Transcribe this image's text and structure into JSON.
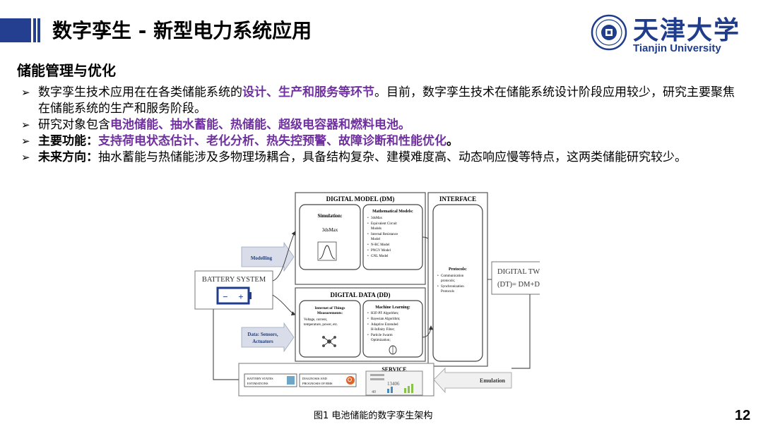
{
  "header": {
    "title": "数字孪生 - 新型电力系统应用",
    "university_cn": "天津大学",
    "university_en": "Tianjin University",
    "brand_color": "#243f8f"
  },
  "subtitle": "储能管理与优化",
  "bullets": [
    {
      "pre": "数字孪生技术应用在在各类储能系统的",
      "hl": "设计、生产和服务等环节",
      "post": "。目前，数字孪生技术在储能系统设计阶段应用较少，研究主要聚焦在储能系统的生产和服务阶段。"
    },
    {
      "pre": "研究对象包含",
      "hl": "电池储能、抽水蓄能、热储能、超级电容器和燃料电池。"
    },
    {
      "bold": "主要功能：",
      "hl": "支持荷电状态估计、老化分析、热失控预警、故障诊断和性能优化",
      "bold_post": "。"
    },
    {
      "bold": "未来方向：",
      "post": "抽水蓄能与热储能涉及多物理场耦合，具备结构复杂、建模难度高、动态响应慢等特点，这两类储能研究较少。"
    }
  ],
  "diagram": {
    "digital_model_title": "DIGITAL  MODEL (DM)",
    "interface_title": "INTERFACE",
    "simulation_title": "Simulation:",
    "simulation_tool": "3dsMax",
    "math_title": "Mathematical Models:",
    "math_items": [
      "3dsMax",
      "Equivalent  Circuit",
      "Models",
      "Internal  Resistance",
      "Model",
      "N-RC Model",
      "PNGV Model",
      "GNL Model"
    ],
    "modelling": "Modelling",
    "battery_system": "BATTERY SYSTEM",
    "battery_minus": "−",
    "battery_plus": "+",
    "protocols_title": "Protocols:",
    "protocols_items": [
      "Communication",
      "protocols;",
      "Synchronization",
      "Protocols"
    ],
    "digital_twin_line1": "DIGITAL TWIN",
    "digital_twin_line2": "(DT)= DM+DD",
    "digital_data_title": "DIGITAL DATA (DD)",
    "iot_title_1": "Internet of Things",
    "iot_title_2": "Measurements:",
    "iot_text_1": "Voltage,  current,",
    "iot_text_2": "temperature,  power, etc.",
    "ml_title": "Machine Learning:",
    "ml_items": [
      "H3F-PF Algorithm;",
      "Bayesian  Algorithm;",
      "Adaptive  Extended",
      "H-Infinity  Filter;",
      "Particle  Swarm",
      "Optimization;"
    ],
    "data_sensors_1": "Data: Sensors,",
    "data_sensors_2": "Actuators",
    "service_title": "SERVICE",
    "battery_states_1": "BATTERY  STATES",
    "battery_states_2": "ESTIMATIONS",
    "diagnosis_1": "DIAGNOSIS  AND",
    "diagnosis_2": "PROGNOSIS  OF BMS",
    "monitor_value": "13406",
    "monitor_small": "40",
    "emulation": "Emulation"
  },
  "caption": "图1 电池储能的数字孪生架构",
  "page_number": "12"
}
